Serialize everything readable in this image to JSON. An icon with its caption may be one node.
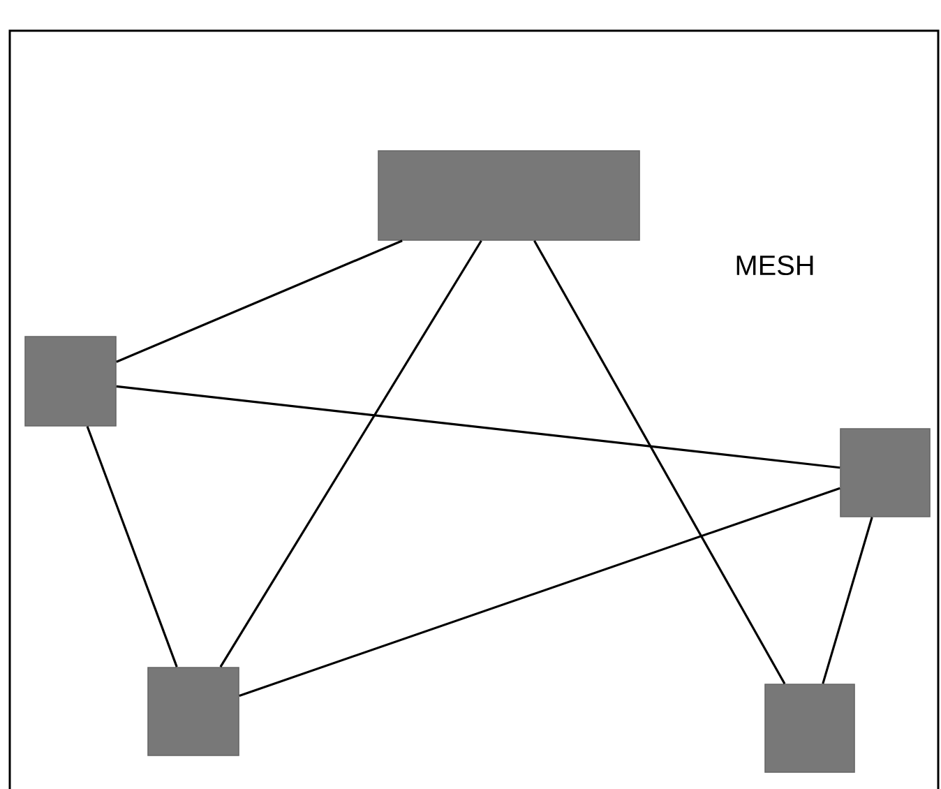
{
  "diagram": {
    "nodes": [
      {
        "text": [],
        "shape": "box"
      },
      {
        "text": [],
        "shape": "box"
      },
      {
        "text": [],
        "shape": "box"
      },
      {
        "text": [],
        "shape": "box"
      },
      {
        "text": [],
        "shape": "box"
      }
    ],
    "edges": [
      {
        "from": 0,
        "to": 1,
        "arrow": "none"
      },
      {
        "from": 0,
        "to": 3,
        "arrow": "none"
      },
      {
        "from": 0,
        "to": 4,
        "arrow": "none"
      },
      {
        "from": 1,
        "to": 2,
        "arrow": "none"
      },
      {
        "from": 1,
        "to": 3,
        "arrow": "none"
      },
      {
        "from": 3,
        "to": 2,
        "arrow": "none"
      },
      {
        "from": 2,
        "to": 4,
        "arrow": "none"
      }
    ],
    "labels": [
      "MESH"
    ]
  }
}
